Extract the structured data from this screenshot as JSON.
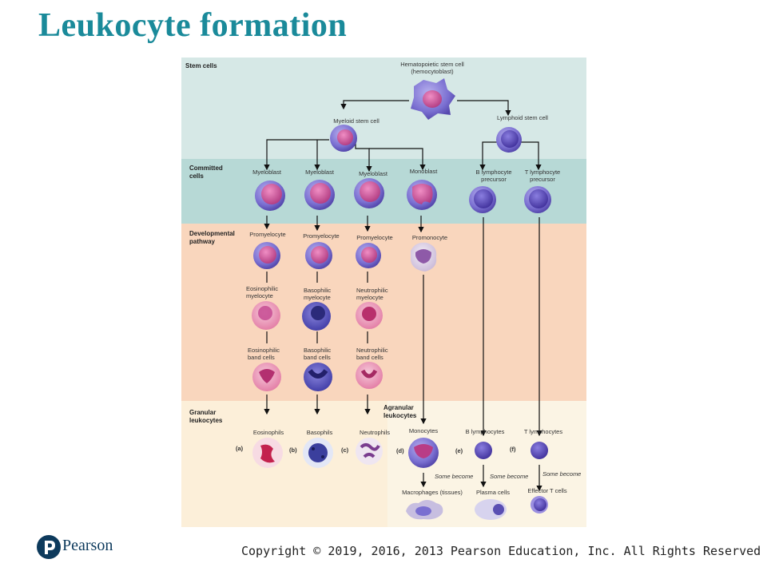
{
  "title": "Leukocyte formation",
  "footer": "Copyright © 2019, 2016, 2013 Pearson Education, Inc. All Rights Reserved",
  "logo_text": "Pearson",
  "bands": {
    "stem": "Stem cells",
    "committed": "Committed cells",
    "developmental": "Developmental pathway",
    "granular": "Granular leukocytes",
    "agranular": "Agranular leukocytes"
  },
  "cells": {
    "hsc": "Hematopoietic stem cell (hemocytoblast)",
    "myeloid_stem": "Myeloid stem cell",
    "lymphoid_stem": "Lymphoid stem cell",
    "myeloblast_1": "Myeloblast",
    "myeloblast_2": "Myeloblast",
    "myeloblast_3": "Myeloblast",
    "monoblast": "Monoblast",
    "b_precursor": "B lymphocyte precursor",
    "t_precursor": "T lymphocyte precursor",
    "promyelocyte_1": "Promyelocyte",
    "promyelocyte_2": "Promyelocyte",
    "promyelocyte_3": "Promyelocyte",
    "promonocyte": "Promonocyte",
    "eos_myelocyte": "Eosinophilic myelocyte",
    "baso_myelocyte": "Basophilic myelocyte",
    "neut_myelocyte": "Neutrophilic myelocyte",
    "eos_band": "Eosinophilic band cells",
    "baso_band": "Basophilic band cells",
    "neut_band": "Neutrophilic band cells",
    "eosinophils": "Eosinophils",
    "basophils": "Basophils",
    "neutrophils": "Neutrophils",
    "monocytes": "Monocytes",
    "b_lymphocytes": "B lymphocytes",
    "t_lymphocytes": "T lymphocytes",
    "macrophages": "Macrophages (tissues)",
    "plasma_cells": "Plasma cells",
    "effector_t": "Effector T cells"
  },
  "letters": {
    "a": "(a)",
    "b": "(b)",
    "c": "(c)",
    "d": "(d)",
    "e": "(e)",
    "f": "(f)"
  },
  "some_become": "Some become",
  "colors": {
    "stem_band": "#d6e8e6",
    "committed_band": "#b7d9d6",
    "developmental_band": "#f9d6bd",
    "granular_band": "#fcefd9",
    "agranular_band": "#fbf4e4",
    "cell_body": "#7a6fd1",
    "nucleus": "#c9468f",
    "title": "#1a8a9a"
  }
}
